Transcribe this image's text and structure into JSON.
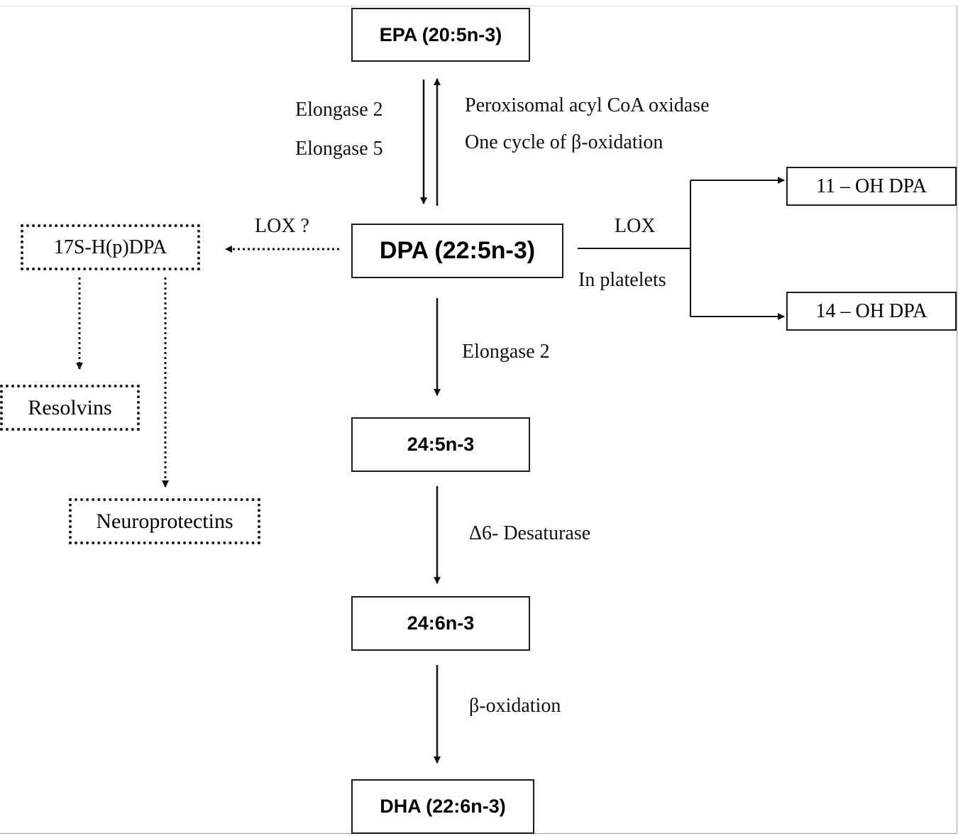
{
  "nodes": {
    "epa": "EPA (20:5n-3)",
    "dpa": "DPA (22:5n-3)",
    "c24_5": "24:5n-3",
    "c24_6": "24:6n-3",
    "dha": "DHA (22:6n-3)",
    "hpdpa": "17S-H(p)DPA",
    "resolvins": "Resolvins",
    "neuroprotectins": "Neuroprotectins",
    "oh11": "11 – OH DPA",
    "oh14": "14 – OH DPA"
  },
  "labels": {
    "elongase2_top": "Elongase 2",
    "elongase5": "Elongase 5",
    "peroxisomal": "Peroxisomal acyl CoA oxidase",
    "beta_cycle": "One cycle of β-oxidation",
    "lox_q": "LOX ?",
    "lox": "LOX",
    "platelets": "In platelets",
    "elongase2_mid": "Elongase 2",
    "desaturase": "Δ6- Desaturase",
    "beta_ox": "β-oxidation"
  }
}
